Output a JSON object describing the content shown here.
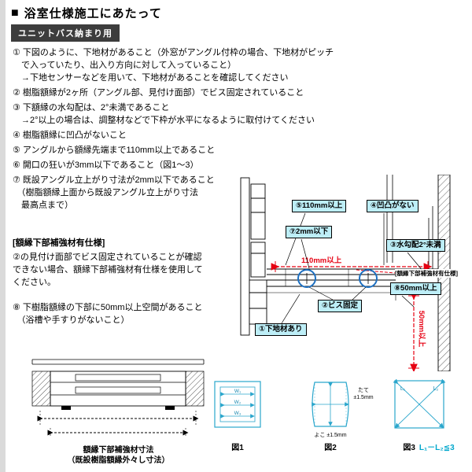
{
  "header": {
    "bullet": "■",
    "title": "浴室仕様施工にあたって",
    "tag": "ユニットバス納まり用"
  },
  "instructions": {
    "item1": "① 下図のように、下地材があること（外窓がアングル付枠の場合、下地材がピッチ\n　で入っていたり、出入り方向に対して入っていること）\n　→下地センサーなどを用いて、下地材があることを確認してください",
    "item2": "② 樹脂額縁が2ヶ所（アングル部、見付け面部）でビス固定されていること",
    "item3": "③ 下額縁の水勾配は、2°未満であること\n　→2°以上の場合は、調整材などで下枠が水平になるように取付けてください",
    "item4": "④ 樹脂額縁に凹凸がないこと",
    "item5": "⑤ アングルから額縁先端まで110mm以上であること",
    "item6": "⑥ 開口の狂いが3mm以下であること（図1～3）",
    "item7": "⑦ 既設アングル立上がり寸法が2mm以下であること\n　（樹脂額縁上面から既設アングル立上がり寸法\n　最高点まで）",
    "reinforce_title": "[額縁下部補強材有仕様]",
    "reinforce_body": "②の見付け面部でビス固定されていることが確認\nできない場合、額縁下部補強材有仕様を使用して\nください。",
    "item8": "⑧ 下樹脂額縁の下部に50mm以上空間があること\n　（浴槽や手すりがないこと）"
  },
  "diagram": {
    "callouts": {
      "c5": "⑤110mm以上",
      "c4": "④凹凸がない",
      "c7": "⑦2mm以下",
      "c3": "③水勾配2°未満",
      "c8": "⑧50mm以上",
      "c2": "②ビス固定",
      "c1": "①下地材あり"
    },
    "labels": {
      "reinforce": "[額縁下部補強材有仕様]",
      "dim_110": "110mm以上",
      "dim_50": "50mm以上"
    },
    "colors": {
      "callout_bg": "#bdeef7",
      "dimension_red": "#e60012",
      "circle_blue": "#1d6fc0",
      "figure_blue": "#2aa6cc",
      "tag_bg": "#3d3d3d"
    }
  },
  "bottom_left": {
    "caption_line1": "額縁下部補強材寸法",
    "caption_line2": "（既設樹脂額縁外々し寸法）"
  },
  "figures": {
    "fig1": {
      "caption": "図1",
      "w1": "W₁",
      "w2": "W₂",
      "w3": "W₃"
    },
    "fig2": {
      "caption": "図2",
      "side_note": "たて\n±1.5mm",
      "bottom_note": "よこ ±1.5mm"
    },
    "fig3": {
      "caption": "図3",
      "l1": "L₁",
      "l2": "L₂",
      "formula": "L₁－L₂≦3"
    }
  }
}
